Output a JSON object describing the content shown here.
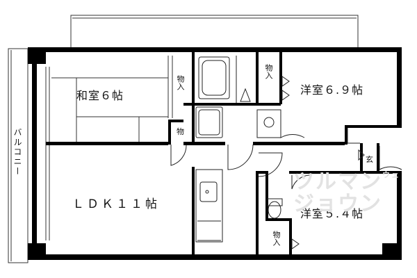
{
  "rooms": {
    "washitsu": "和室６帖",
    "yoshitsu_a": "洋室６.９帖",
    "ldk": "ＬＤＫ１１帖",
    "yoshitsu_b": "洋室５.４帖"
  },
  "storage_labels": [
    "物入",
    "物入",
    "物",
    "物入"
  ],
  "entrance": "玄",
  "balcony": "バルコニー",
  "watermark": {
    "line1": "ツルマン",
    "line2": "ジョウン",
    "tag": "ウェ"
  },
  "colors": {
    "wall": "#000000",
    "line": "#222222",
    "watermark": "#e2e2e2"
  }
}
